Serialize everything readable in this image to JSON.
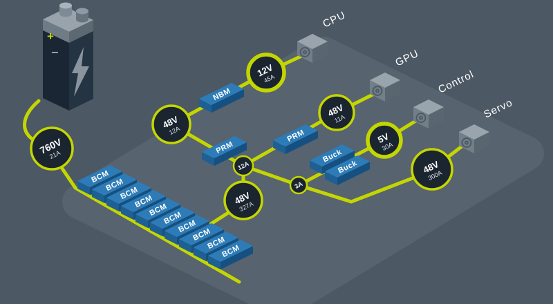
{
  "colors": {
    "background": "#4c5864",
    "platform": "#57636f",
    "accent": "#c4d600",
    "node_fill": "#1a2530",
    "module_top": "#2d7cb7",
    "module_side": "#1e6094",
    "chip_gray": "#9aa4ad",
    "text": "#ffffff"
  },
  "battery": {
    "plus": "+",
    "minus": "−"
  },
  "nodes": {
    "source": {
      "v": "760V",
      "a": "21A"
    },
    "bus48_12": {
      "v": "48V",
      "a": "12A"
    },
    "v12": {
      "v": "12V",
      "a": "45A"
    },
    "bus48_11": {
      "v": "48V",
      "a": "11A"
    },
    "v5": {
      "v": "5V",
      "a": "30A"
    },
    "bus48_300": {
      "v": "48V",
      "a": "300A"
    },
    "bus48_327": {
      "v": "48V",
      "a": "327A"
    },
    "j12": "12A",
    "j3": "3A"
  },
  "modules": {
    "nbm": "NBM",
    "prm1": "PRM",
    "prm2": "PRM",
    "buck1": "Buck",
    "buck2": "Buck",
    "bcm": [
      "BCM",
      "BCM",
      "BCM",
      "BCM",
      "BCM",
      "BCM",
      "BCM",
      "BCM",
      "BCM",
      "BCM"
    ]
  },
  "loads": {
    "cpu": "CPU",
    "gpu": "GPU",
    "control": "Control",
    "servo": "Servo"
  }
}
